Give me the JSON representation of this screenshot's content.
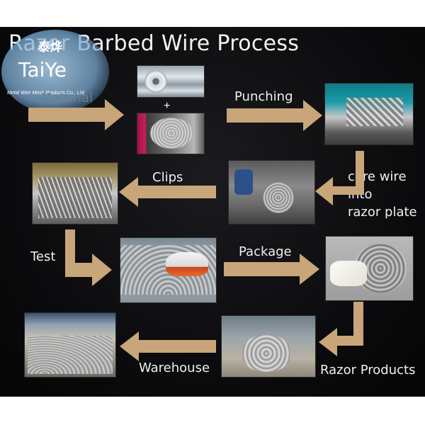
{
  "title": "Razor Barbed Wire Process",
  "logo": {
    "chinese_text": "泰烨",
    "name": "TaiYe",
    "subtitle": "Metal Wire Mesh Products Co., Ltd."
  },
  "steps": {
    "material": "Material",
    "plus": "+",
    "punching": "Punching",
    "core_wire_line1": "core wire",
    "core_wire_line2": "into",
    "core_wire_line3": "razor plate",
    "clips": "Clips",
    "test": "Test",
    "package": "Package",
    "razor_products": "Razor Products",
    "warehouse": "Warehouse"
  },
  "colors": {
    "arrow": "#c9a57a",
    "background": "#0c0c0e",
    "text": "#f0f0f0"
  }
}
